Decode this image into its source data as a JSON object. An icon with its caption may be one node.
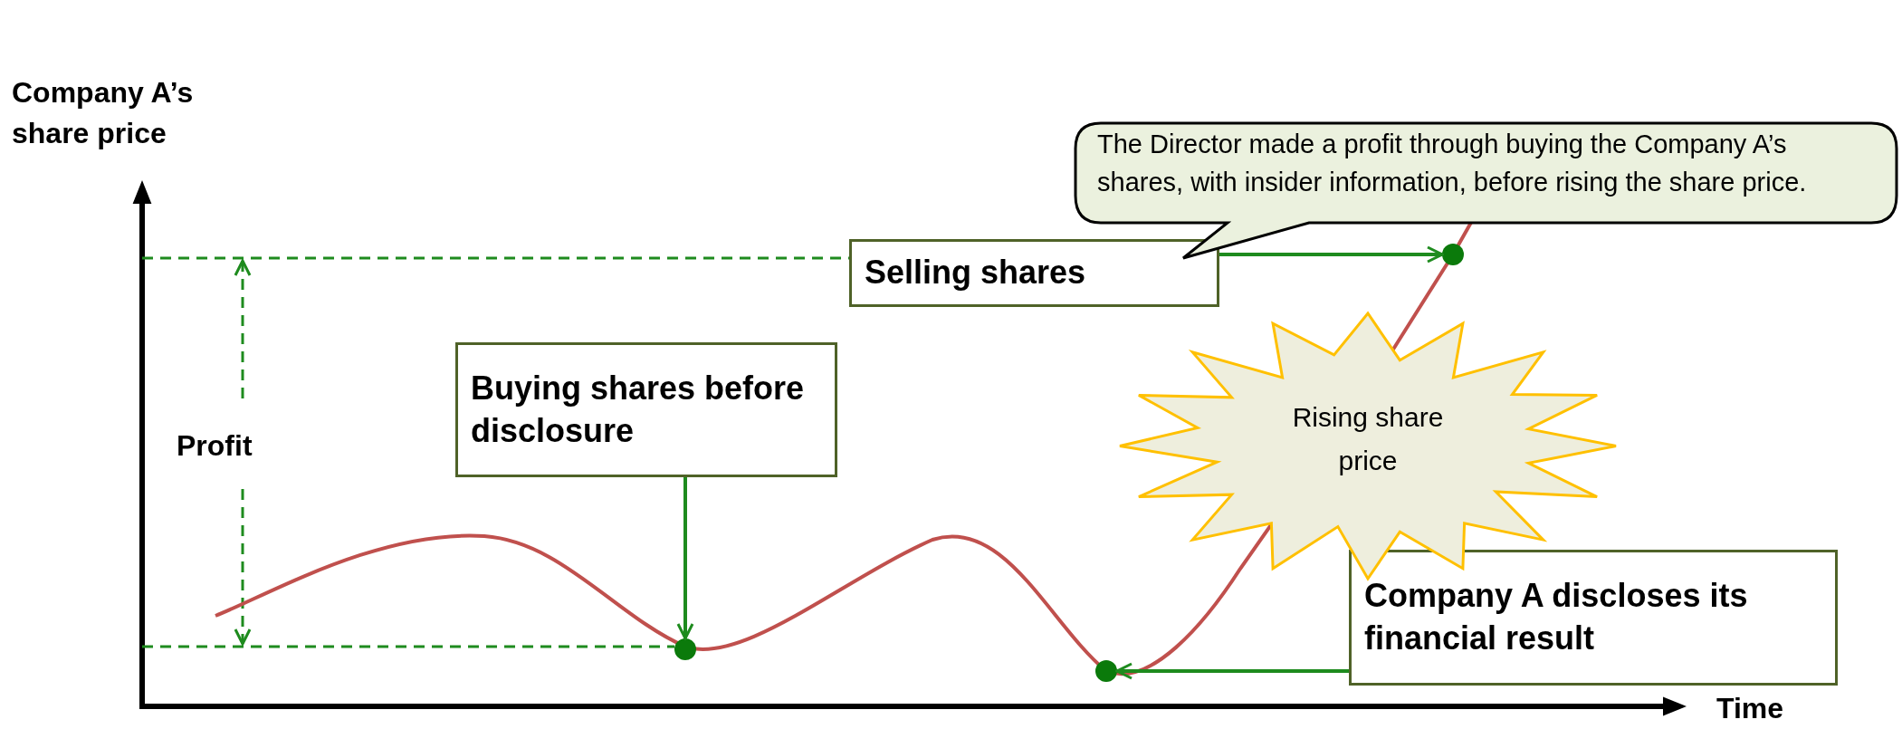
{
  "diagram": {
    "nodes": [
      {
        "text": [
          "Buying shares before disclosure"
        ]
      },
      {
        "text": [],
        "shape": "circle"
      },
      {
        "text": [
          "Selling shares"
        ]
      },
      {
        "text": [],
        "shape": "circle"
      },
      {
        "text": [
          "Company A discloses its financial result"
        ]
      },
      {
        "text": [],
        "shape": "circle"
      },
      {
        "text": [
          "Rising share price"
        ]
      },
      {
        "text": [
          "The Director made a profit through buying the Company A’s shares, with insider information, before rising the share price."
        ]
      }
    ],
    "edges": [
      {
        "from": 0,
        "to": 1,
        "arrow": "to"
      },
      {
        "from": 2,
        "to": 3,
        "arrow": "to"
      },
      {
        "from": 4,
        "to": 5,
        "arrow": "to"
      }
    ],
    "labels": [
      "Company A’s share price",
      "Profit",
      "Time"
    ]
  }
}
